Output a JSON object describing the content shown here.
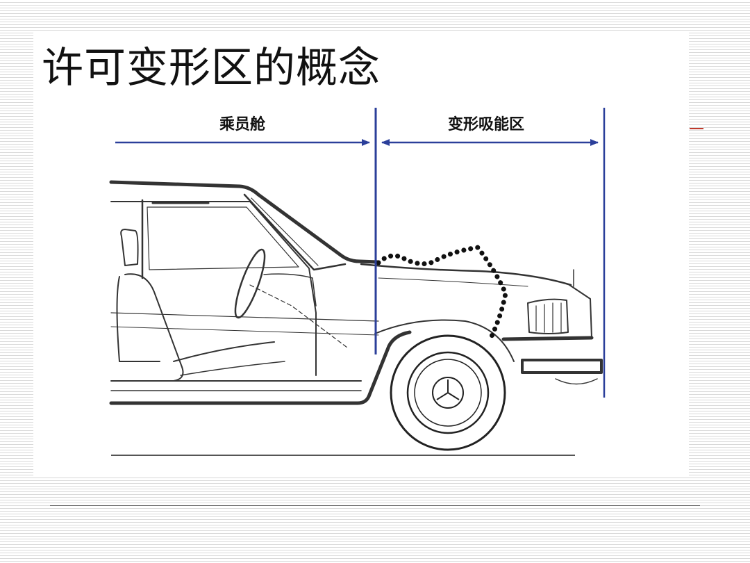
{
  "slide": {
    "title": "许可变形区的概念",
    "colors": {
      "arrow": "#2b3f9a",
      "drawing": "#333333",
      "accent": "#c0392b"
    }
  },
  "figure": {
    "zones": [
      {
        "label": "乘员舱",
        "arrow": "right-pointing"
      },
      {
        "label": "变形吸能区",
        "arrow": "double-headed"
      }
    ]
  }
}
